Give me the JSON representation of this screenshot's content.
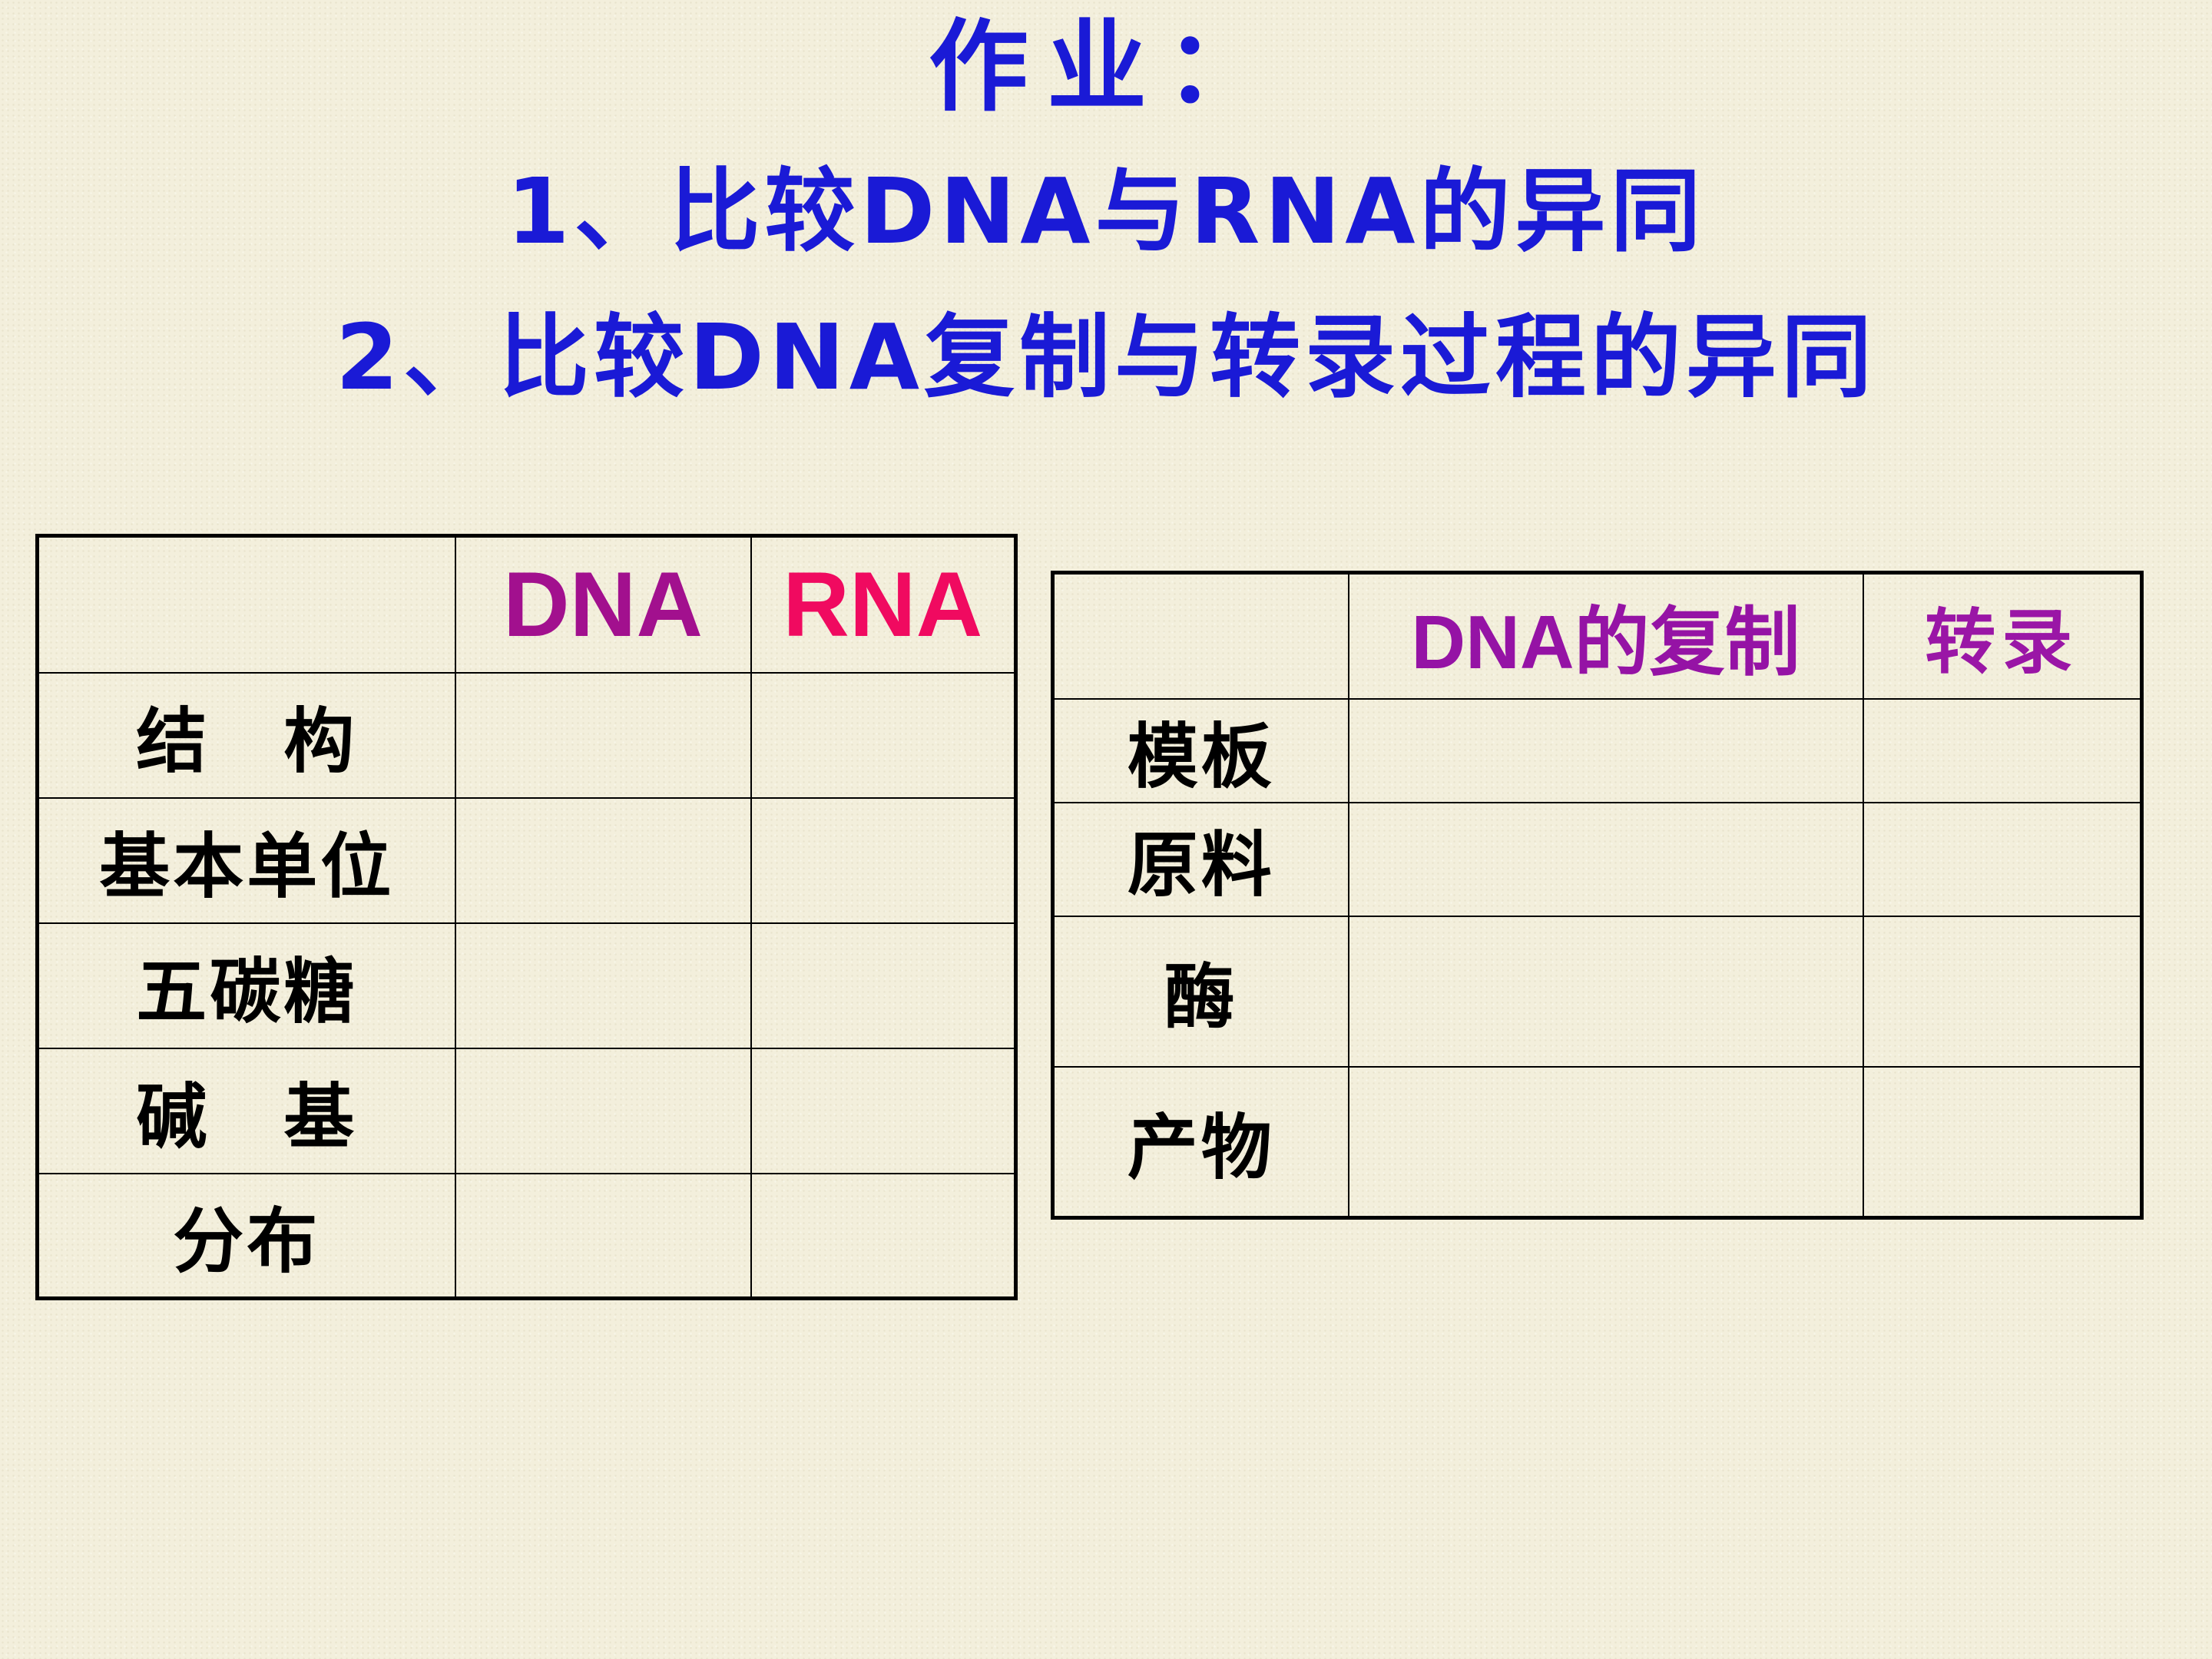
{
  "heading": {
    "title": "作业：",
    "task1": "1、比较DNA与RNA的异同",
    "task2": "2、比较DNA复制与转录过程的异同"
  },
  "table_left": {
    "columns": [
      "",
      "DNA",
      "RNA"
    ],
    "rows": [
      "结　构",
      "基本单位",
      "五碳糖",
      "碱　基",
      "分布"
    ]
  },
  "table_right": {
    "columns": [
      "",
      "DNA的复制",
      "转录"
    ],
    "rows": [
      "模板",
      "原料",
      "酶",
      "产物"
    ]
  },
  "colors": {
    "heading": "#1a1ad6",
    "dna": "#a2108e",
    "rna": "#f00a60",
    "replication": "#9513a5",
    "transcription": "#9a16a6",
    "background": "#f3efdc"
  }
}
